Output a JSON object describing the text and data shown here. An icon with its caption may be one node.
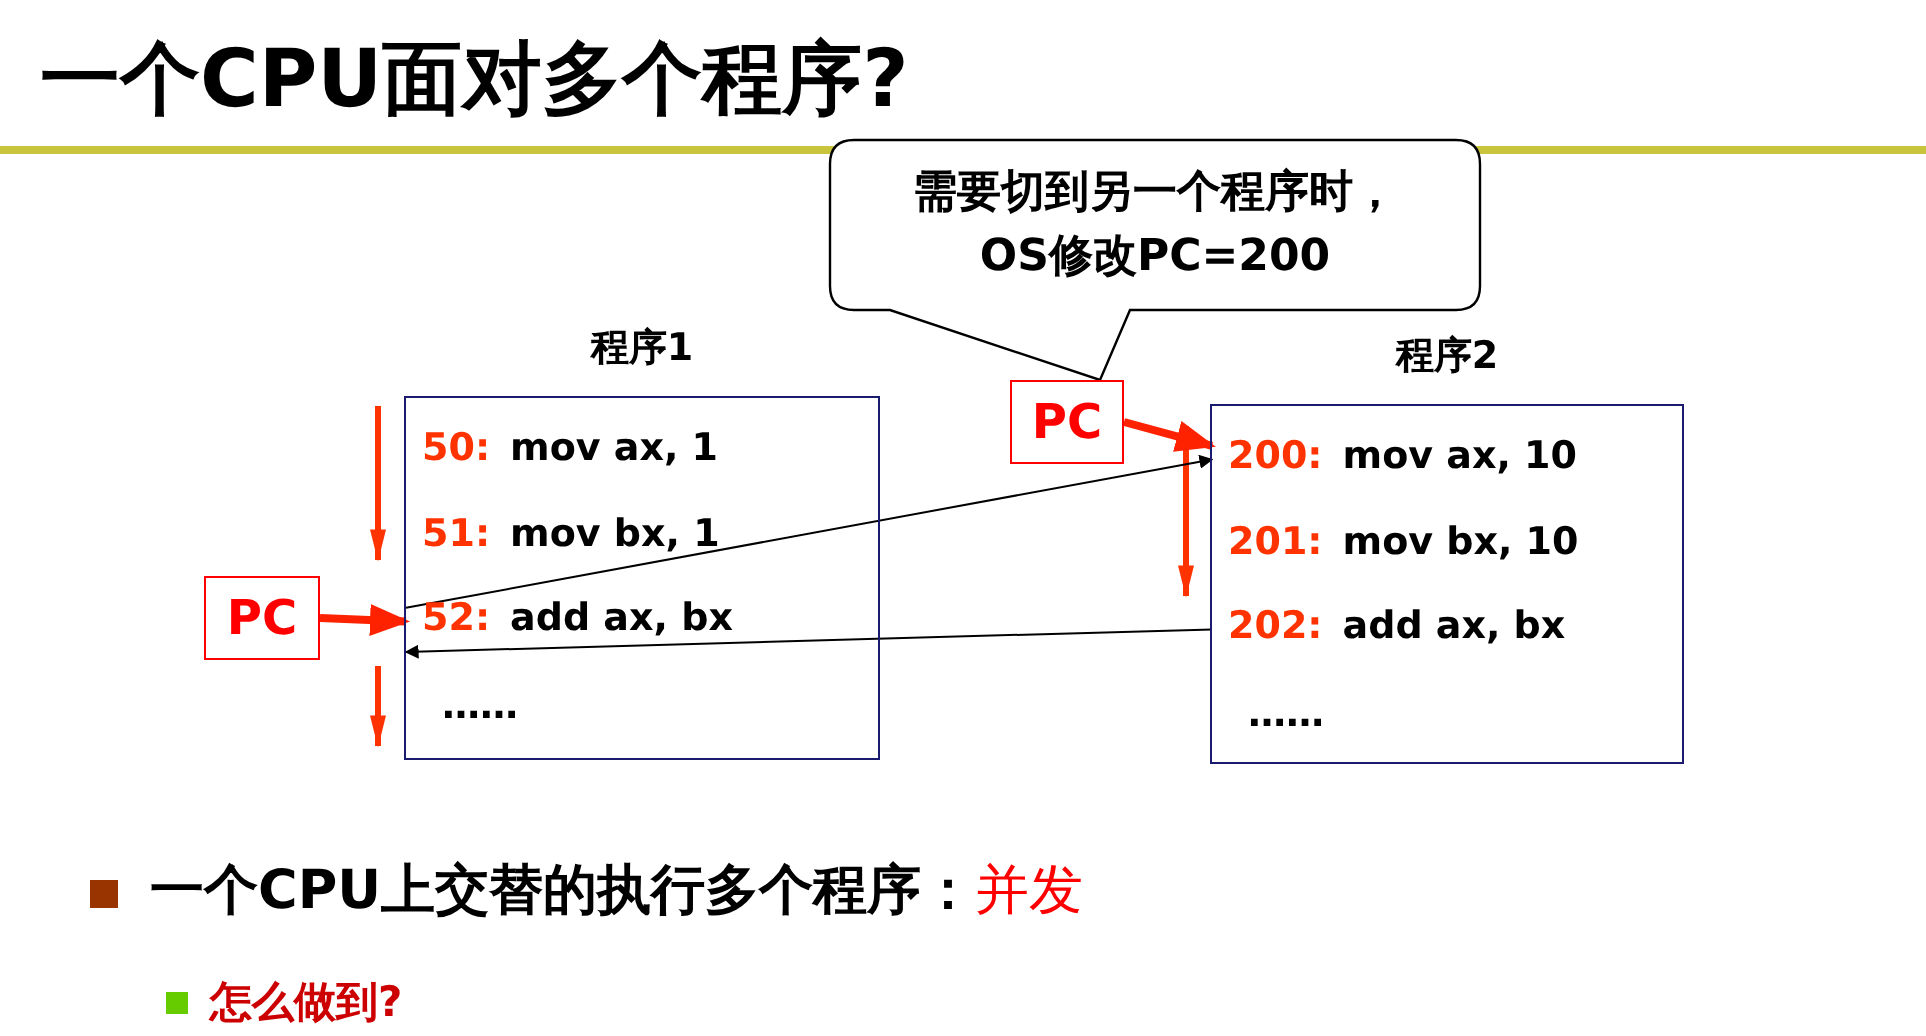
{
  "diagram": {
    "title": "一个CPU面对多个程序?",
    "nodes": [
      {
        "text": [
          "程序1"
        ]
      },
      {
        "text": [
          "50:",
          "mov ax, 1"
        ],
        "in": 0
      },
      {
        "text": [
          "51:",
          "mov bx, 1"
        ],
        "in": 0
      },
      {
        "text": [
          "52:",
          "add ax, bx"
        ],
        "in": 0
      },
      {
        "text": [
          "……"
        ],
        "in": 0
      },
      {
        "text": [
          "程序2"
        ]
      },
      {
        "text": [
          "200:",
          "mov ax, 10"
        ],
        "in": 5
      },
      {
        "text": [
          "201:",
          "mov bx, 10"
        ],
        "in": 5
      },
      {
        "text": [
          "202:",
          "add ax, bx"
        ],
        "in": 5
      },
      {
        "text": [
          "……"
        ],
        "in": 5
      },
      {
        "text": [
          "PC"
        ]
      },
      {
        "text": [
          "PC"
        ]
      },
      {
        "text": [
          "需要切到另一个程序时，OS修改PC=200"
        ]
      }
    ],
    "edges": [
      {
        "from": 10,
        "to": 3,
        "arrow": "to",
        "style": "thick",
        "color": "#ff2200"
      },
      {
        "from": 3,
        "to": 6,
        "arrow": "to",
        "color": "#000000"
      },
      {
        "from": 8,
        "to": 3,
        "arrow": "to",
        "color": "#000000"
      },
      {
        "from": 11,
        "to": 6,
        "arrow": "to",
        "style": "thick",
        "color": "#ff2200"
      }
    ],
    "labels": [
      "一个CPU上交替的执行多个程序：",
      "并发",
      "怎么做到?"
    ]
  }
}
